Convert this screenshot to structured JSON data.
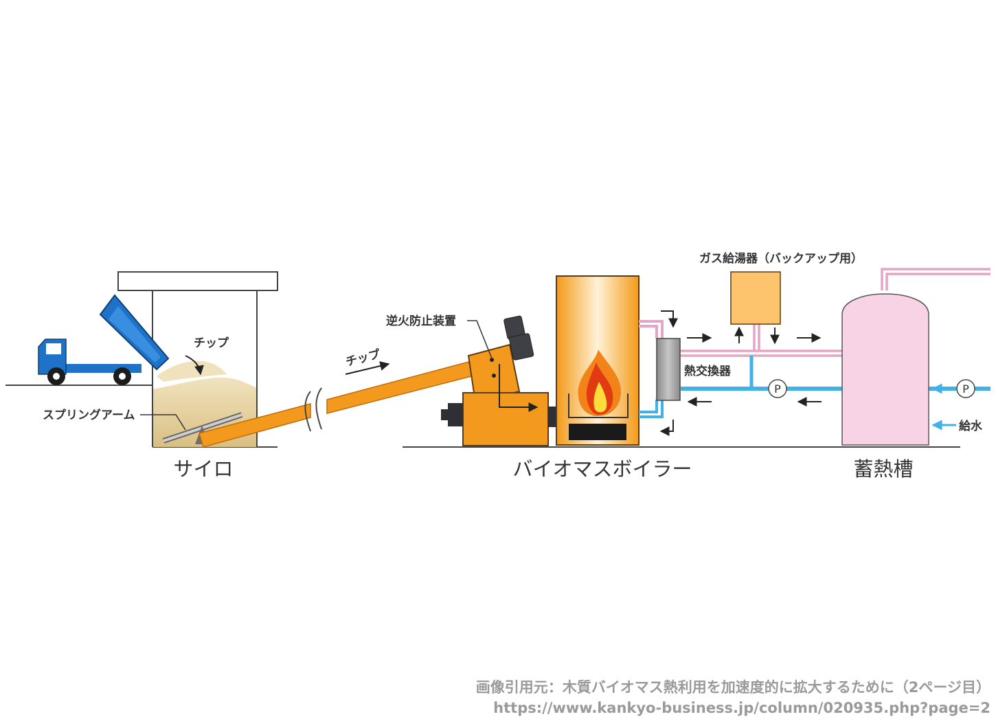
{
  "labels": {
    "chip_silo": "チップ",
    "chip_conveyor": "チップ",
    "spring_arm": "スプリングアーム",
    "backfire_device": "逆火防止装置",
    "gas_water_heater": "ガス給湯器（バックアップ用）",
    "heat_exchanger": "熱交換器",
    "pump_1": "P",
    "pump_2": "P",
    "water_supply": "給水",
    "silo": "サイロ",
    "biomass_boiler": "バイオマスボイラー",
    "heat_storage_tank": "蓄熱槽"
  },
  "credit": {
    "line1": "画像引用元：木質バイオマス熱利用を加速度的に拡大するために（2ページ目）",
    "line2": "https://www.kankyo-business.jp/column/020935.php?page=2"
  },
  "colors": {
    "truck_blue": "#1e73c8",
    "conveyor_orange": "#f39a1e",
    "boiler_orange": "#f7a21b",
    "heater_yellow": "#fdc46d",
    "tank_pink": "#f8d3e6",
    "hot_pipe_pink": "#e4a6c6",
    "cold_pipe_blue": "#40b2e8",
    "chips_sand": "#ebd8a8"
  }
}
